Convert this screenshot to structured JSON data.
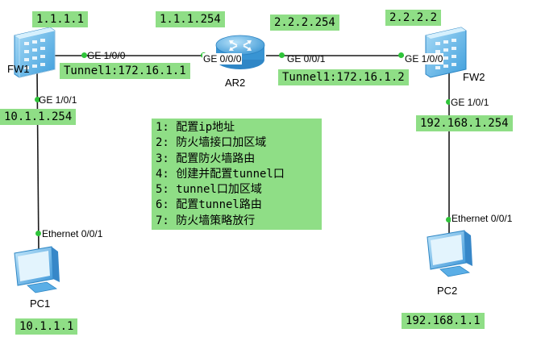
{
  "devices": {
    "fw1": {
      "name": "FW1",
      "top_ip": "1.1.1.1",
      "bottom_ip": "10.1.1.254"
    },
    "ar2": {
      "name": "AR2",
      "left_ip": "1.1.1.254",
      "right_ip": "2.2.2.254"
    },
    "fw2": {
      "name": "FW2",
      "top_ip": "2.2.2.2",
      "bottom_ip": "192.168.1.254"
    },
    "pc1": {
      "name": "PC1",
      "ip": "10.1.1.1"
    },
    "pc2": {
      "name": "PC2",
      "ip": "192.168.1.1"
    }
  },
  "ports": {
    "fw1_ge100": "GE 1/0/0",
    "fw1_ge101": "GE 1/0/1",
    "ar2_ge000": "GE 0/0/0",
    "ar2_ge001": "GE 0/0/1",
    "fw2_ge100": "GE 1/0/0",
    "fw2_ge101": "GE 1/0/1",
    "pc1_eth": "Ethernet 0/0/1",
    "pc2_eth": "Ethernet 0/0/1"
  },
  "tunnels": {
    "fw1": "Tunnel1:172.16.1.1",
    "fw2": "Tunnel1:172.16.1.2"
  },
  "steps": [
    "1: 配置ip地址",
    "2: 防火墙接口加区域",
    "3: 配置防火墙路由",
    "4: 创建并配置tunnel口",
    "5: tunnel口加区域",
    "6: 配置tunnel路由",
    "7: 防火墙策略放行"
  ],
  "colors": {
    "label_bg": "#8fde86",
    "link": "#1a1a1a",
    "port_dot": "#2fc43a",
    "firewall": "#5ab3e8",
    "router": "#3d9bd8",
    "pc": "#4a9fe0"
  }
}
